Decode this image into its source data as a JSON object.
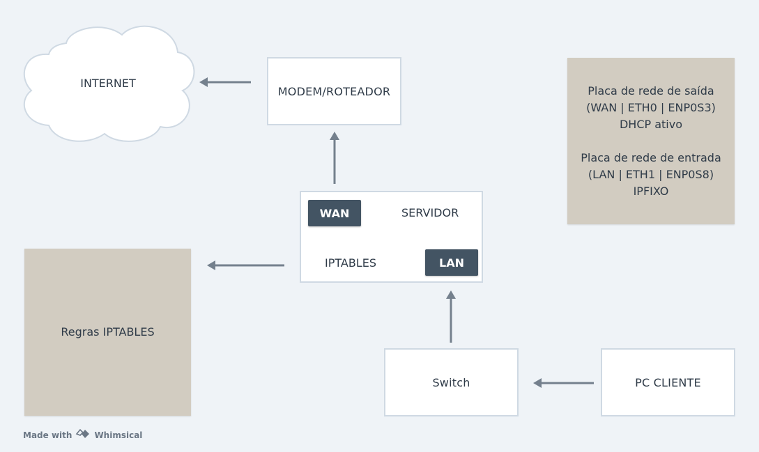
{
  "diagram": {
    "cloud": {
      "label": "INTERNET"
    },
    "modem": {
      "label": "MODEM/ROTEADOR"
    },
    "server": {
      "title": "SERVIDOR",
      "iptables_label": "IPTABLES",
      "wan_chip": "WAN",
      "lan_chip": "LAN"
    },
    "switch": {
      "label": "Switch"
    },
    "pc_client": {
      "label": "PC CLIENTE"
    },
    "rules_note": {
      "label": "Regras IPTABLES"
    },
    "nic_note": {
      "line1": "Placa de rede de saída",
      "line2": "(WAN | ETH0 | ENP0S3)",
      "line3": "DHCP ativo",
      "line4": "Placa de rede de entrada",
      "line5": "(LAN | ETH1 | ENP0S8)",
      "line6": "IPFIXO"
    }
  },
  "footer": {
    "made_with": "Made with",
    "brand": "Whimsical"
  },
  "colors": {
    "background": "#eff3f7",
    "arrow": "#74808d",
    "chip": "#435463",
    "note": "#d2ccc1",
    "box_border": "#cfd9e3"
  }
}
